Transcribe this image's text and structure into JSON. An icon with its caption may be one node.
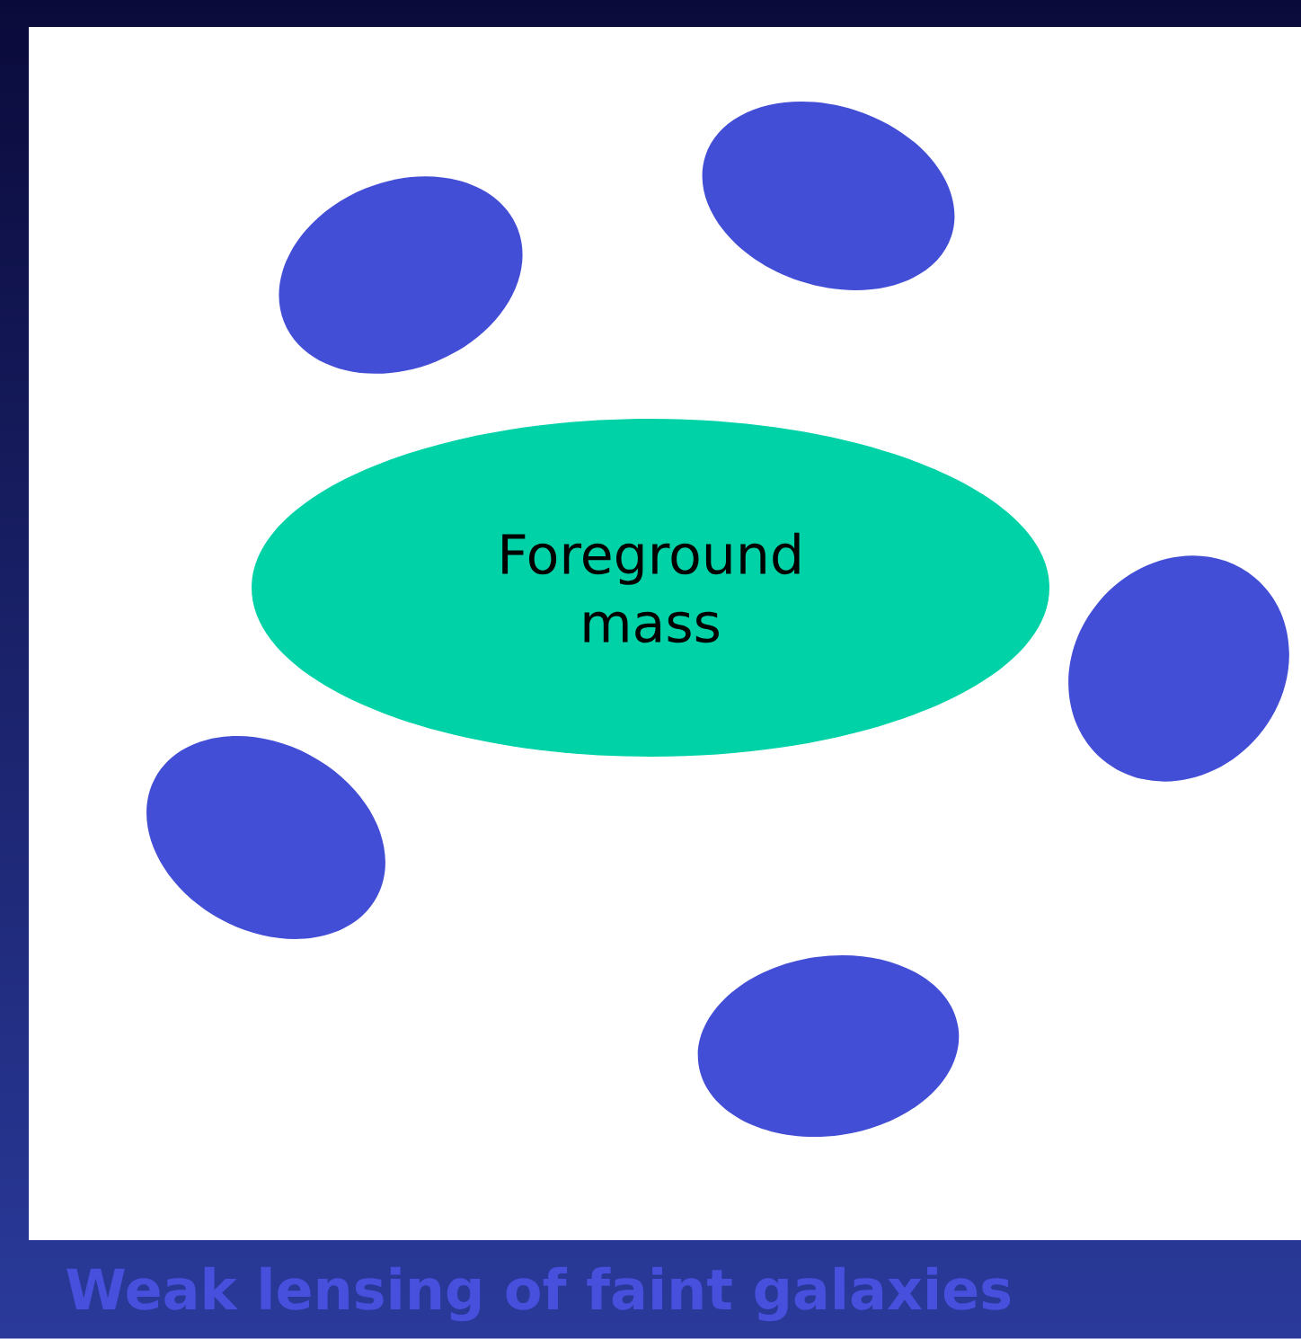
{
  "diagram": {
    "caption": "Weak lensing of faint galaxies",
    "nodes": [
      {
        "text": [
          "Foreground mass"
        ]
      },
      {
        "text": [],
        "shape": "ellipse"
      },
      {
        "text": [],
        "shape": "ellipse"
      },
      {
        "text": [],
        "shape": "ellipse"
      },
      {
        "text": [],
        "shape": "ellipse"
      },
      {
        "text": [],
        "shape": "ellipse"
      }
    ]
  }
}
